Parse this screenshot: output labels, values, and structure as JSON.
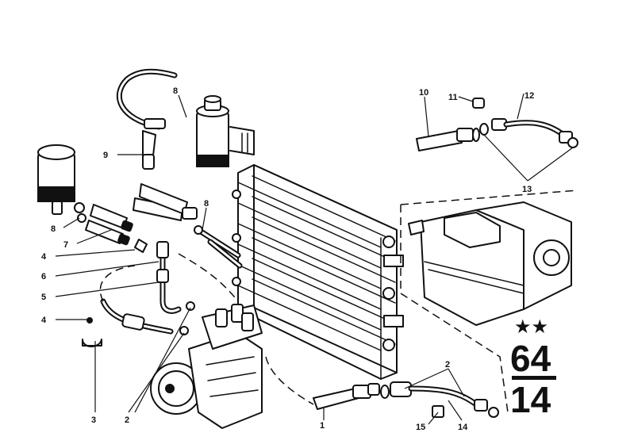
{
  "callouts": {
    "c1": "1",
    "c2a": "2",
    "c2b": "2",
    "c3": "3",
    "c4a": "4",
    "c4b": "4",
    "c5": "5",
    "c6": "6",
    "c7": "7",
    "c8a": "8",
    "c8b": "8",
    "c8c": "8",
    "c9": "9",
    "c10": "10",
    "c11": "11",
    "c12": "12",
    "c13": "13",
    "c14": "14",
    "c15": "15"
  },
  "group_badge": {
    "stars": "★★",
    "main_group": "64",
    "sub_group": "14"
  }
}
